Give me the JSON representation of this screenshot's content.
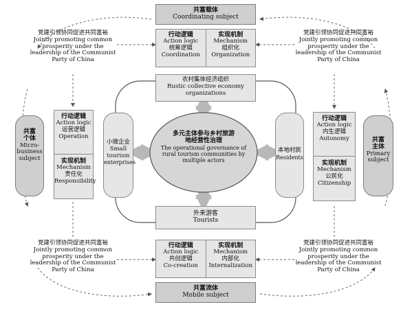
{
  "top_subject": {
    "cn": "共富载体",
    "en": "Coordinating subject"
  },
  "top_logic": {
    "title": "行动逻辑",
    "en": "Action logic",
    "cn": "统筹逻辑",
    "en2": "Coordination"
  },
  "top_mech": {
    "title": "实现机制",
    "en": "Mechanism",
    "cn": "组织化",
    "en2": "Organization"
  },
  "bottom_logic": {
    "title": "行动逻辑",
    "en": "Action logic",
    "cn": "共创逻辑",
    "en2": "Co-creation"
  },
  "bottom_mech": {
    "title": "实现机制",
    "en": "Mechanism",
    "cn": "内部化",
    "en2": "Internalization"
  },
  "bottom_subject": {
    "cn": "共富流体",
    "en": "Mobile subject"
  },
  "left_logic": {
    "title": "行动逻辑",
    "en": "Action logic",
    "cn": "运营逻辑",
    "en2": "Operation"
  },
  "left_mech": {
    "title": "实现机制",
    "en": "Mechanism",
    "cn": "责任化",
    "en2": "Responsibility"
  },
  "left_subject": {
    "cn1": "共富",
    "cn2": "个体",
    "en1": "Micro-",
    "en2": "business",
    "en3": "subject"
  },
  "right_logic": {
    "title": "行动逻辑",
    "en": "Action logic",
    "cn": "内生逻辑",
    "en2": "Autonomy"
  },
  "right_mech": {
    "title": "实现机制",
    "en": "Mechanism",
    "cn": "公民化",
    "en2": "Citizenship"
  },
  "right_subject": {
    "cn1": "共富",
    "cn2": "主体",
    "en1": "Primary",
    "en2": "subject"
  },
  "inner_top": {
    "cn": "农村集体经济组织",
    "en1": "Rustic collective economy",
    "en2": "organizations"
  },
  "inner_bottom": {
    "cn": "外来游客",
    "en": "Tourists"
  },
  "inner_left": {
    "cn": "小微企业",
    "en1": "Small",
    "en2": "tourism",
    "en3": "enterprises"
  },
  "inner_right": {
    "cn": "本地村民",
    "en": "Residents"
  },
  "center": {
    "cn1": "多元主体参与乡村旅游",
    "cn2": "地经营性治理",
    "en1": "The operational governance of",
    "en2": "rural tourism communities by",
    "en3": "multiple actors"
  },
  "corner_text": {
    "cn": "党建引领协同促进共同富裕",
    "en1": "Jointly promoting common",
    "en2": "prosperity under the",
    "en3": "leadership of the Communist",
    "en4": "Party of China"
  }
}
